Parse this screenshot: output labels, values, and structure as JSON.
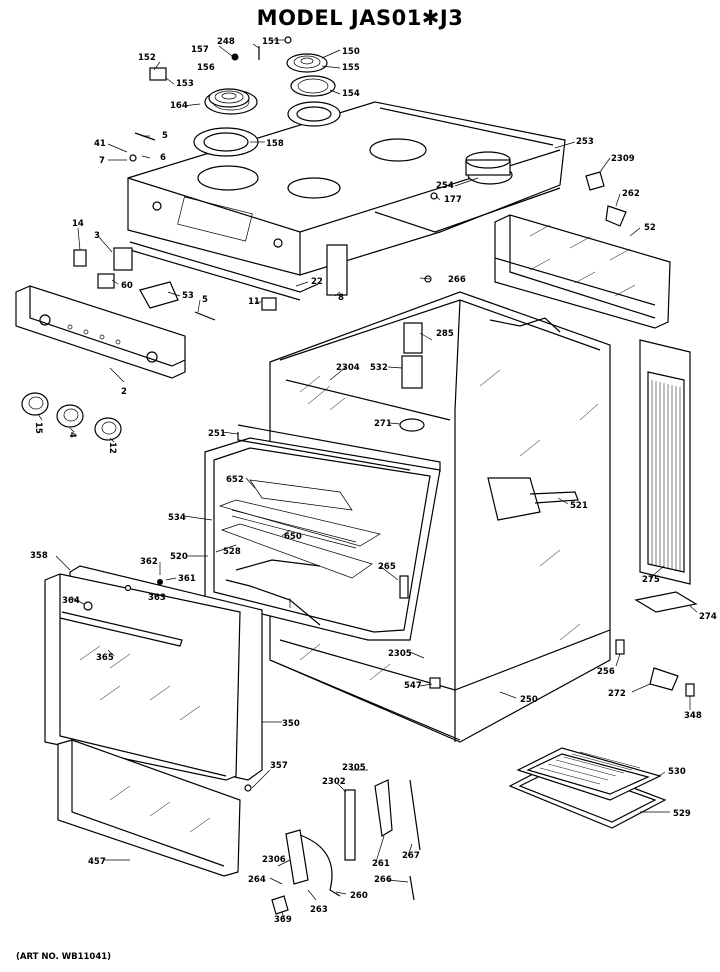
{
  "title": "MODEL JAS01✱J3",
  "art_no": "(ART NO. WB11041)",
  "callouts": [
    "157",
    "248",
    "151",
    "150",
    "152",
    "155",
    "156",
    "153",
    "154",
    "164",
    "5",
    "41",
    "6",
    "7",
    "158",
    "253",
    "2309",
    "254",
    "177",
    "262",
    "14",
    "3",
    "52",
    "60",
    "266",
    "53",
    "5",
    "11",
    "22",
    "8",
    "285",
    "2304",
    "532",
    "271",
    "251",
    "2",
    "15",
    "4",
    "12",
    "652",
    "534",
    "650",
    "528",
    "520",
    "521",
    "362",
    "361",
    "358",
    "363",
    "265",
    "364",
    "365",
    "350",
    "275",
    "274",
    "2305",
    "256",
    "547",
    "250",
    "272",
    "348",
    "357",
    "2305",
    "530",
    "2302",
    "529",
    "457",
    "2306",
    "264",
    "263",
    "260",
    "261",
    "267",
    "266",
    "369"
  ]
}
